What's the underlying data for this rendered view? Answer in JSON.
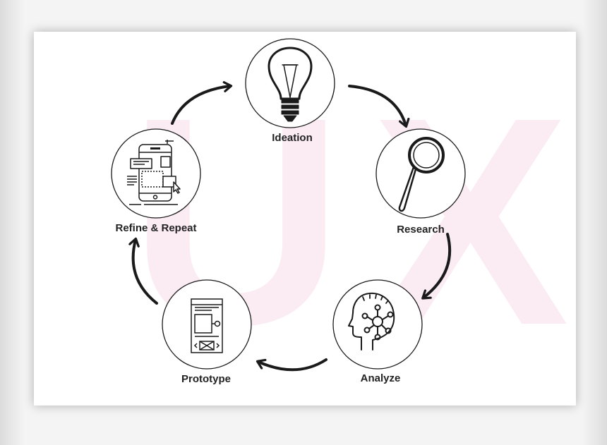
{
  "background_text": "UX",
  "steps": [
    {
      "label": "Ideation",
      "icon": "lightbulb-icon"
    },
    {
      "label": "Research",
      "icon": "magnifier-icon"
    },
    {
      "label": "Analyze",
      "icon": "head-network-icon"
    },
    {
      "label": "Prototype",
      "icon": "wireframe-icon"
    },
    {
      "label": "Refine & Repeat",
      "icon": "mobile-ui-icon"
    }
  ],
  "colors": {
    "stroke": "#1a1a1a",
    "watermark": "#fbecf3",
    "card": "#ffffff"
  }
}
